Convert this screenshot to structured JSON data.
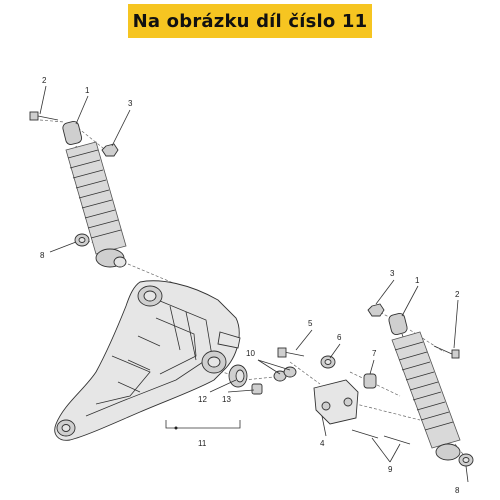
{
  "banner": {
    "text": "Na obrázku díl číslo 11"
  },
  "colors": {
    "banner_bg": "#f6c521",
    "banner_text": "#111111",
    "line": "#333333"
  },
  "callouts": [
    "1",
    "2",
    "3",
    "8",
    "10",
    "12",
    "13",
    "11",
    "5",
    "6",
    "7",
    "4",
    "9",
    "3",
    "1",
    "2",
    "8"
  ],
  "diagram": {
    "parts": [
      "shock-absorber-left",
      "shock-absorber-right",
      "swingarm-bracket",
      "bolt-2-left",
      "bolt-2-right",
      "nut-3-left",
      "nut-3-right",
      "washer-8-left",
      "washer-8-right",
      "bolt-5",
      "bushing-6",
      "spacer-7",
      "bracket-4",
      "bolts-9",
      "washers-10",
      "bushing-12",
      "spacer-13"
    ]
  }
}
